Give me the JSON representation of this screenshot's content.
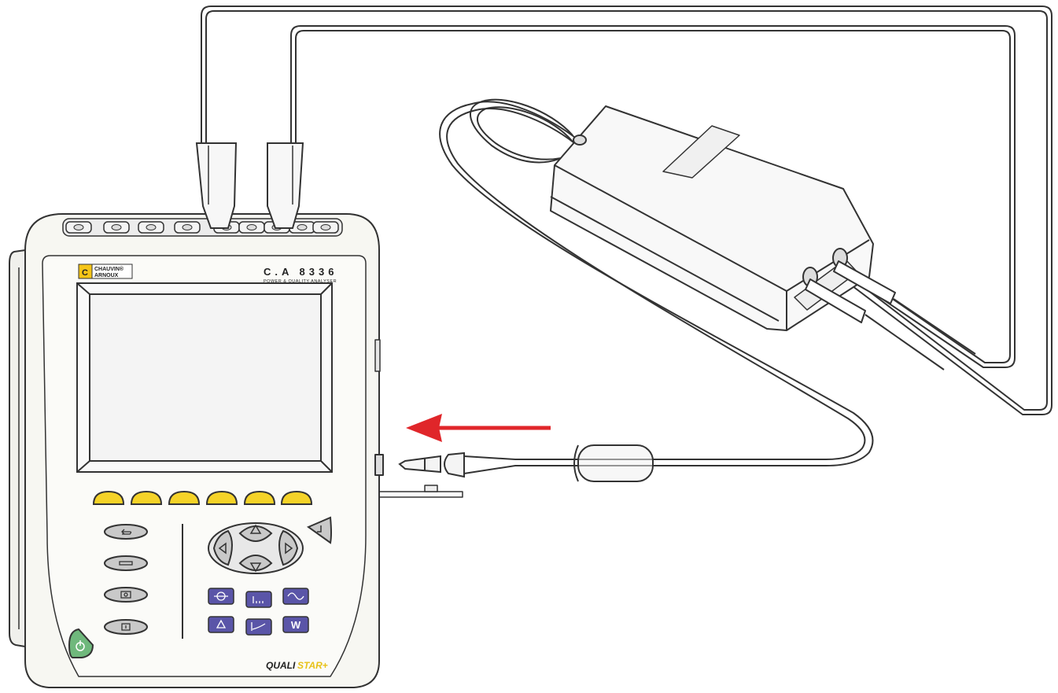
{
  "device": {
    "brand_line1": "CHAUVIN®",
    "brand_line2": "ARNOUX",
    "model": "C.A 8336",
    "model_subtitle": "POWER & QUALITY ANALYSER",
    "product_name_a": "QUALI",
    "product_name_b": "STAR+",
    "key_w_label": "W"
  },
  "colors": {
    "outline": "#333333",
    "body": "#f7f7f2",
    "screen_fill": "#f4f4f4",
    "function_key": "#f5d328",
    "mode_key": "#5a55a8",
    "nav_key": "#c9c9c9",
    "power_key": "#6fb87c",
    "arrow": "#e0262a",
    "logo_yellow": "#f5c518",
    "product_yellow": "#e8c21a"
  },
  "icons": {
    "function_keys": "yellow-function-key",
    "side_keys": [
      "return-icon",
      "config-icon",
      "snapshot-icon",
      "help-icon"
    ],
    "nav_keys": [
      "arrow-up-icon",
      "arrow-left-icon",
      "arrow-right-icon",
      "arrow-down-icon"
    ],
    "enter_key": "enter-icon",
    "mode_keys": [
      "waveform-mode-icon",
      "harmonics-mode-icon",
      "transient-mode-icon",
      "alarm-mode-icon",
      "trend-mode-icon",
      "power-mode-icon"
    ],
    "power_key": "power-icon",
    "insert_arrow": "insert-direction-arrow"
  }
}
